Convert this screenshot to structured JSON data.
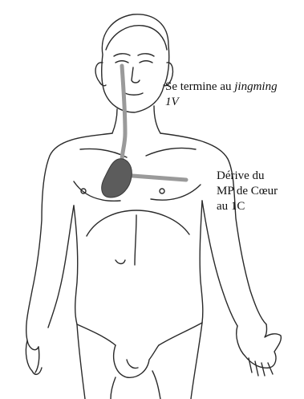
{
  "labels": {
    "terminus": {
      "line1_prefix": "Se termine au ",
      "line1_italic": "jingming",
      "line2": "1V"
    },
    "origin": {
      "line1": "Dérive du",
      "line2": "MP de Cœur",
      "line3": "au 1C"
    }
  },
  "colors": {
    "outline": "#2a2a2a",
    "meridian": "#9a9a9a",
    "heart": "#5c5c5c",
    "text": "#111111",
    "background": "#ffffff"
  }
}
